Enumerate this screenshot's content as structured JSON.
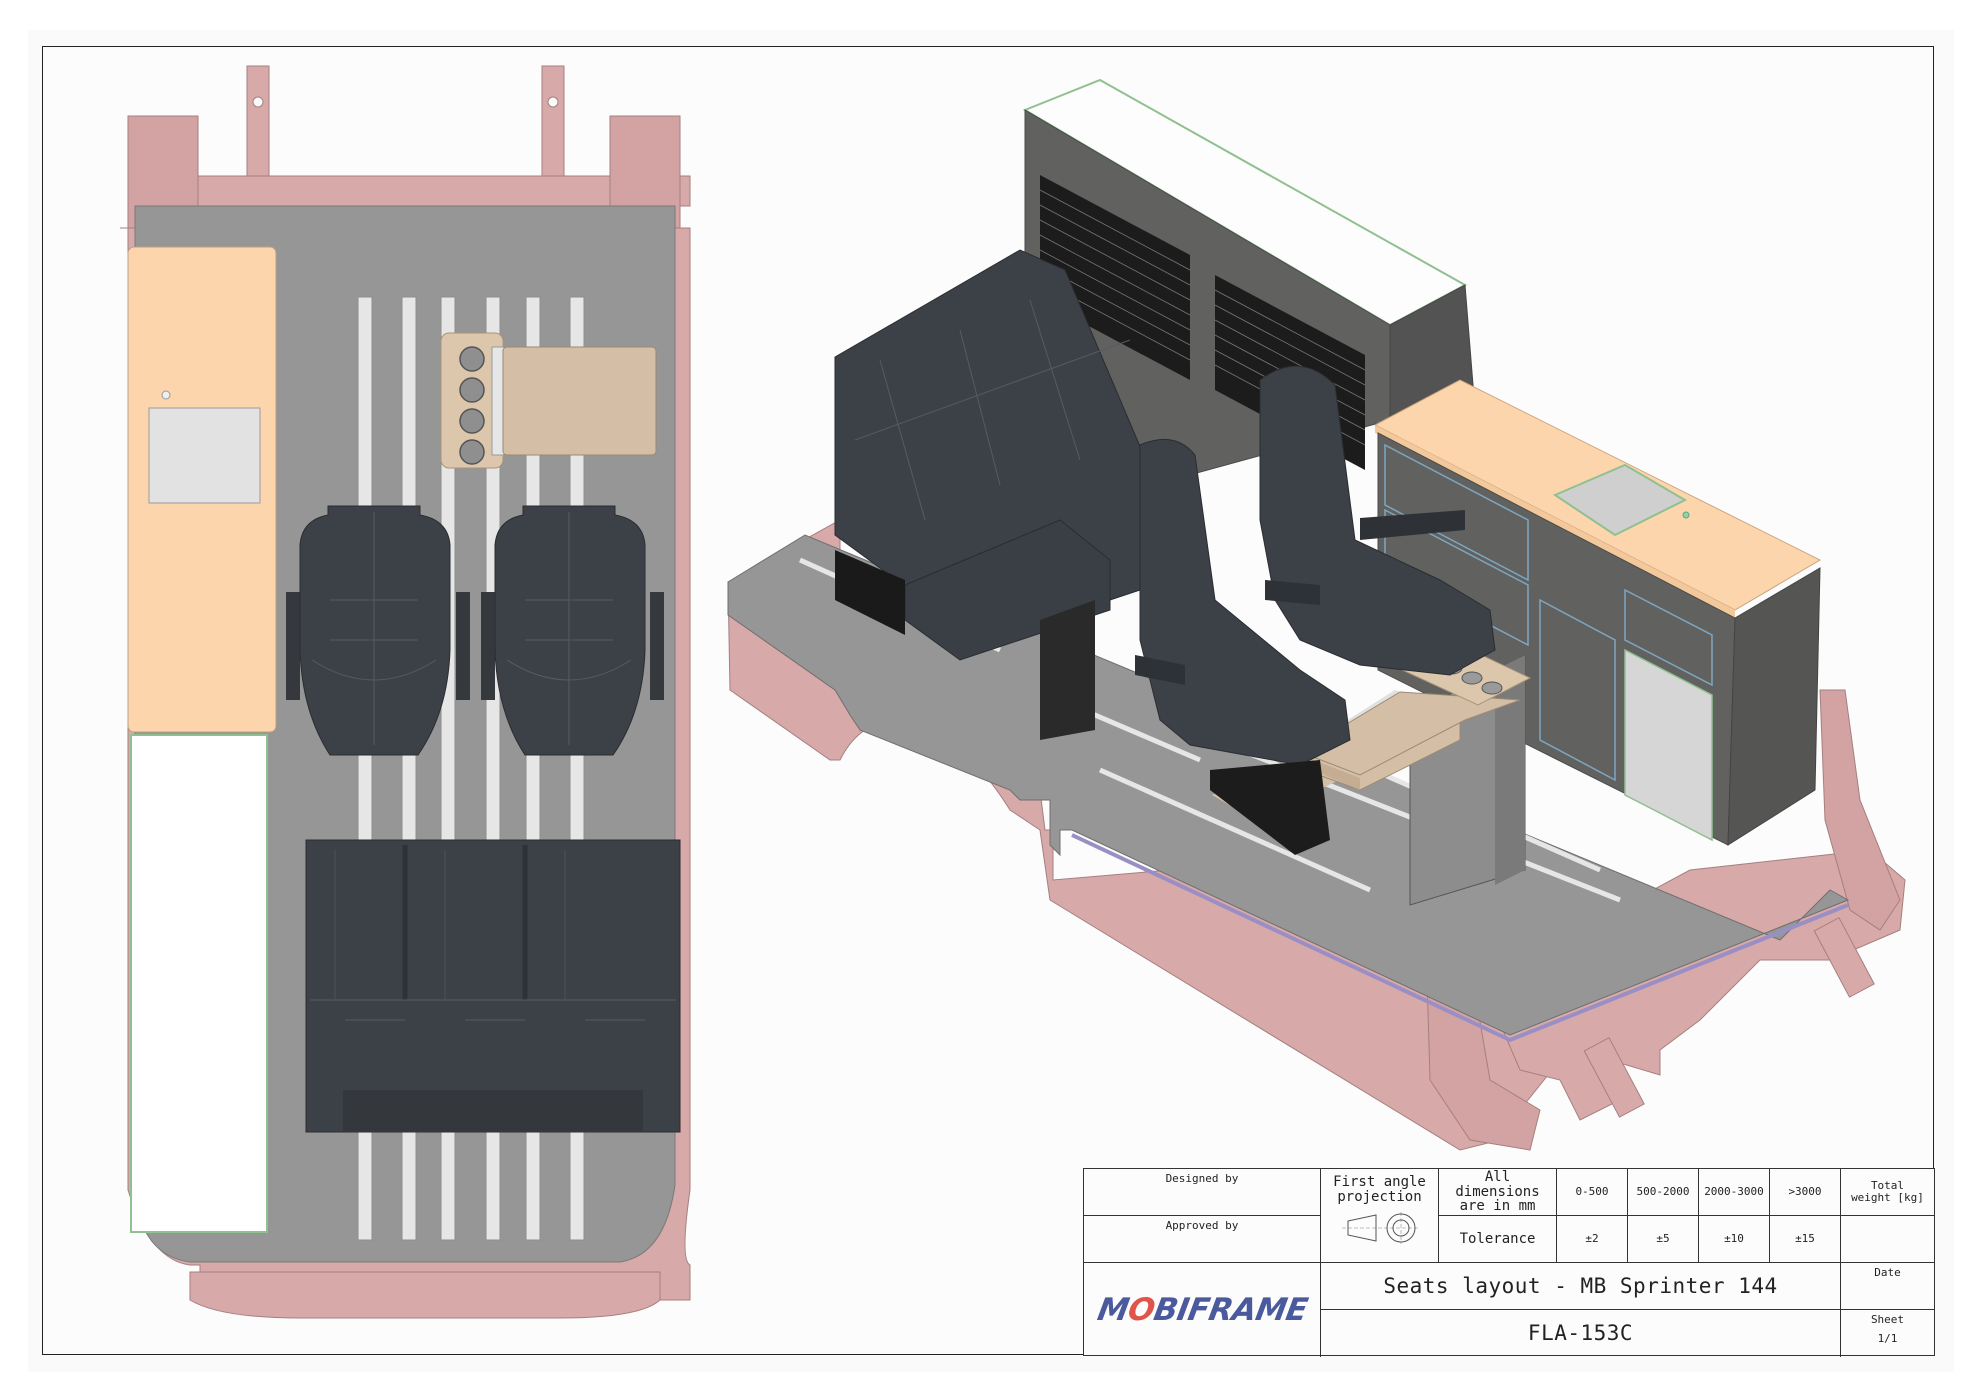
{
  "drawing": {
    "title": "Seats layout - MB Sprinter 144",
    "drawing_number": "FLA-153C",
    "views": [
      "top-view-plan",
      "isometric-view"
    ]
  },
  "title_block": {
    "designed_by_label": "Designed by",
    "designed_by_value": "",
    "approved_by_label": "Approved by",
    "approved_by_value": "",
    "projection_label_line1": "First angle",
    "projection_label_line2": "projection",
    "dimensions_label_line1": "All dimensions",
    "dimensions_label_line2": "are in mm",
    "tolerance_label": "Tolerance",
    "ranges": [
      {
        "range": "0-500",
        "tolerance": "±2"
      },
      {
        "range": "500-2000",
        "tolerance": "±5"
      },
      {
        "range": "2000-3000",
        "tolerance": "±10"
      },
      {
        "range": ">3000",
        "tolerance": "±15"
      }
    ],
    "weight_label_line1": "Total",
    "weight_label_line2": "weight [kg]",
    "weight_value": "",
    "date_label": "Date",
    "date_value": "",
    "sheet_label": "Sheet",
    "sheet_value": "1/1",
    "logo_text_part1": "M",
    "logo_text_o": "O",
    "logo_text_part2": "BIFRAME"
  },
  "colors": {
    "chassis_pink": "#d8a9a9",
    "chassis_pink_dark": "#b98a8a",
    "floor_gray": "#969696",
    "seat_dark": "#3c4147",
    "worktop_peach": "#fdd5ac",
    "table_tan": "#d4bfa6",
    "cabinet_gray": "#5f605e",
    "logo_blue": "#4a5a9c",
    "logo_red": "#e0544a",
    "rail_light": "#e6e6e6",
    "edge_green": "#8fc08f",
    "floor_edge_purple": "#9a8fc4"
  }
}
